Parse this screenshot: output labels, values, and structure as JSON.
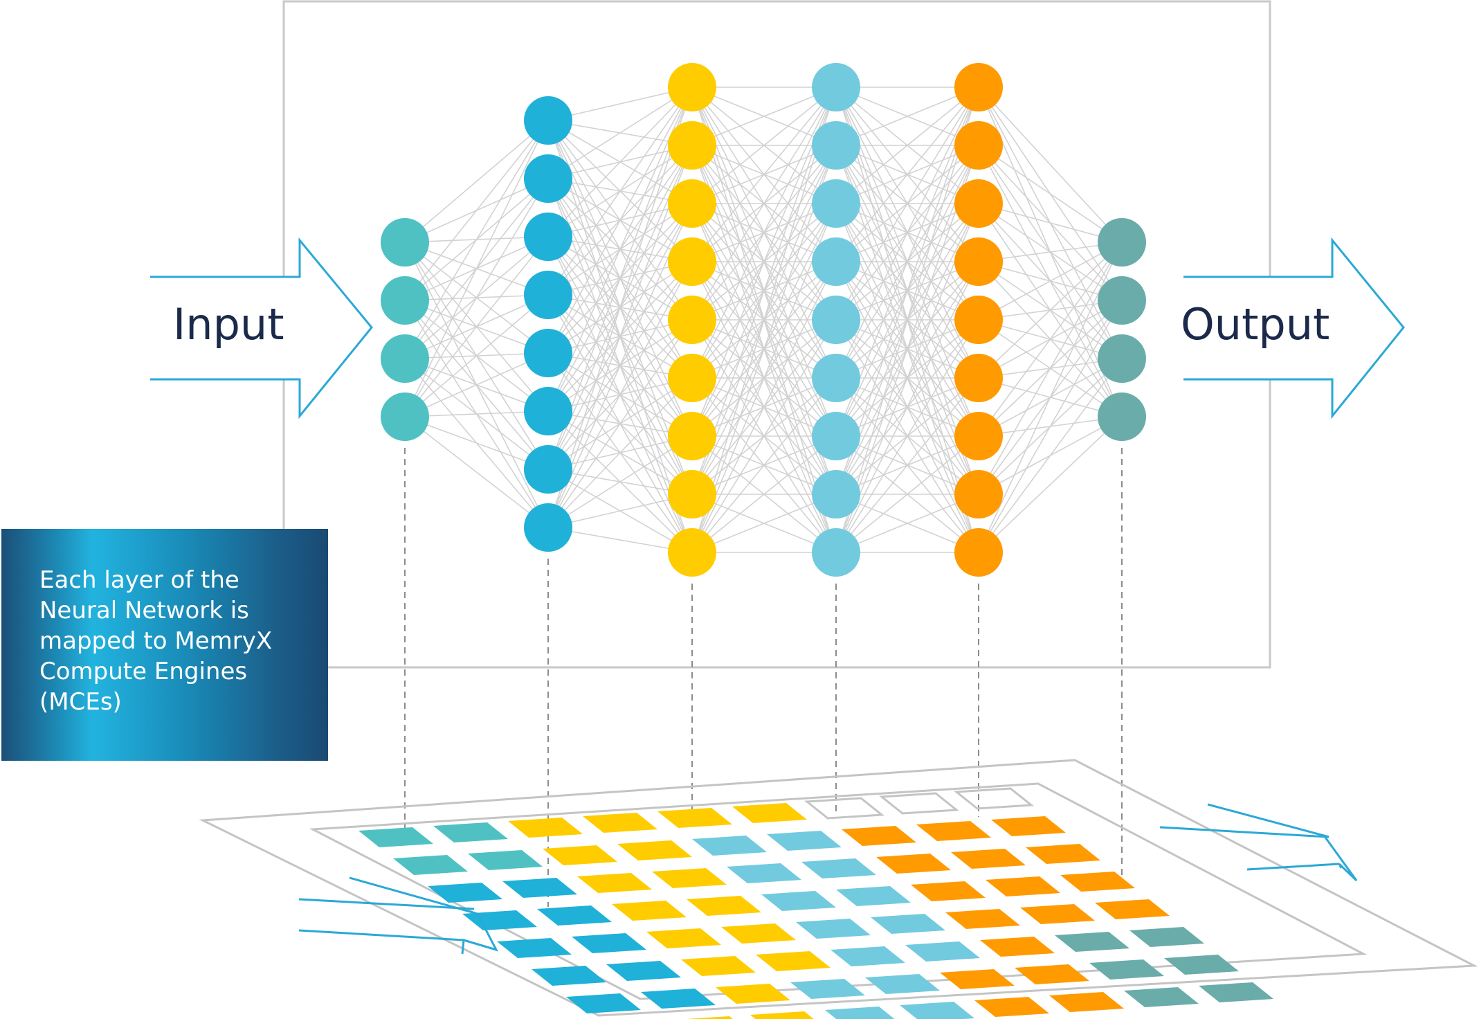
{
  "labels": {
    "input": "Input",
    "output": "Output",
    "caption": "Each layer of the Neural Network is mapped to MemryX Compute Engines (MCEs)"
  },
  "colors": {
    "frame": "#c8c8c8",
    "arrow": "#2aa9d6",
    "text_dark": "#1b2a4a",
    "connection": "#d2d2d2",
    "dashed": "#8c8c8c",
    "layer_1": "#4fc1c3",
    "layer_2": "#1fb1d8",
    "layer_3": "#ffcc00",
    "layer_4": "#72cadf",
    "layer_5": "#ff9a00",
    "layer_6": "#6aacaa",
    "caption_text": "#ffffff"
  },
  "network": {
    "layers": [
      {
        "name": "input-layer",
        "nodes": 4,
        "color": "layer_1"
      },
      {
        "name": "hidden-layer-1",
        "nodes": 8,
        "color": "layer_2"
      },
      {
        "name": "hidden-layer-2",
        "nodes": 9,
        "color": "layer_3"
      },
      {
        "name": "hidden-layer-3",
        "nodes": 9,
        "color": "layer_4"
      },
      {
        "name": "hidden-layer-4",
        "nodes": 9,
        "color": "layer_5"
      },
      {
        "name": "output-layer",
        "nodes": 4,
        "color": "layer_6"
      }
    ]
  },
  "mce_grid": {
    "rows": [
      [
        "layer_1",
        "layer_1",
        "layer_3",
        "layer_3",
        "layer_3",
        "layer_3",
        "empty",
        "empty",
        "empty"
      ],
      [
        "layer_1",
        "layer_1",
        "layer_3",
        "layer_3",
        "layer_4",
        "layer_4",
        "layer_5",
        "layer_5",
        "layer_5"
      ],
      [
        "layer_2",
        "layer_2",
        "layer_3",
        "layer_3",
        "layer_4",
        "layer_4",
        "layer_5",
        "layer_5",
        "layer_5"
      ],
      [
        "layer_2",
        "layer_2",
        "layer_3",
        "layer_3",
        "layer_4",
        "layer_4",
        "layer_5",
        "layer_5",
        "layer_5"
      ],
      [
        "layer_2",
        "layer_2",
        "layer_3",
        "layer_3",
        "layer_4",
        "layer_4",
        "layer_5",
        "layer_5",
        "layer_5"
      ],
      [
        "layer_2",
        "layer_2",
        "layer_3",
        "layer_3",
        "layer_4",
        "layer_4",
        "layer_5",
        "layer_6",
        "layer_6"
      ],
      [
        "layer_2",
        "layer_2",
        "layer_3",
        "layer_4",
        "layer_4",
        "layer_5",
        "layer_5",
        "layer_6",
        "layer_6"
      ],
      [
        "layer_3",
        "layer_3",
        "layer_3",
        "layer_4",
        "layer_4",
        "layer_5",
        "layer_5",
        "layer_6",
        "layer_6"
      ]
    ]
  }
}
